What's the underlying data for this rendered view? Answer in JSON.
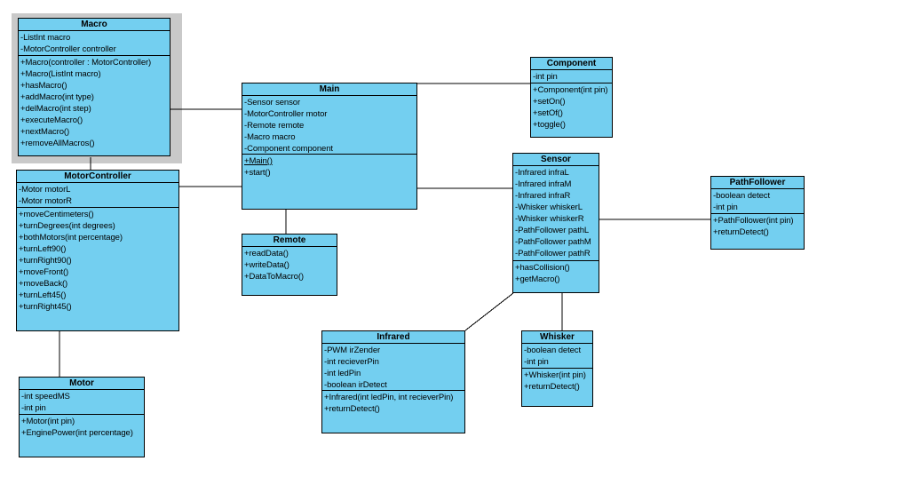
{
  "colors": {
    "class_fill": "#73cff0",
    "border": "#000000",
    "selection_frame": "#c9c9c9",
    "background": "#ffffff"
  },
  "classes": {
    "macro": {
      "title": "Macro",
      "selected": true,
      "attributes": [
        "-ListInt macro",
        "-MotorController controller"
      ],
      "methods": [
        "+Macro(controller : MotorController)",
        "+Macro(ListInt macro)",
        "+hasMacro()",
        "+addMacro(int type)",
        "+delMacro(int step)",
        "+executeMacro()",
        "+nextMacro()",
        "+removeAllMacros()"
      ]
    },
    "motorcontroller": {
      "title": "MotorController",
      "attributes": [
        "-Motor motorL",
        "-Motor motorR"
      ],
      "methods": [
        "+moveCentimeters()",
        "+turnDegrees(int degrees)",
        "+bothMotors(int percentage)",
        "+turnLeft90()",
        "+turnRight90()",
        "+moveFront()",
        "+moveBack()",
        "+turnLeft45()",
        "+turnRight45()"
      ]
    },
    "motor": {
      "title": "Motor",
      "attributes": [
        "-int speedMS",
        "-int pin"
      ],
      "methods": [
        "+Motor(int pin)",
        "+EnginePower(int percentage)"
      ]
    },
    "main": {
      "title": "Main",
      "attributes": [
        "-Sensor sensor",
        "-MotorController motor",
        "-Remote remote",
        "-Macro macro",
        "-Component component"
      ],
      "methods": [
        "+Main()",
        "+start()"
      ],
      "static_members": [
        "+Main()"
      ]
    },
    "remote": {
      "title": "Remote",
      "attributes": [],
      "methods": [
        "+readData()",
        "+writeData()",
        "+DataToMacro()"
      ]
    },
    "component": {
      "title": "Component",
      "attributes": [
        "-int pin"
      ],
      "methods": [
        "+Component(int pin)",
        "+setOn()",
        "+setOf()",
        "+toggle()"
      ]
    },
    "sensor": {
      "title": "Sensor",
      "attributes": [
        "-Infrared infraL",
        "-Infrared infraM",
        "-Infrared infraR",
        "-Whisker whiskerL",
        "-Whisker whiskerR",
        "-PathFollower pathL",
        "-PathFollower pathM",
        "-PathFollower pathR"
      ],
      "methods": [
        "+hasCollision()",
        "+getMacro()"
      ]
    },
    "pathfollower": {
      "title": "PathFollower",
      "attributes": [
        "-boolean detect",
        "-int pin"
      ],
      "methods": [
        "+PathFollower(int pin)",
        "+returnDetect()"
      ]
    },
    "infrared": {
      "title": "Infrared",
      "attributes": [
        "-PWM irZender",
        "-int recieverPin",
        "-int ledPin",
        "-boolean irDetect"
      ],
      "methods": [
        "+Infrared(int ledPin, int recieverPin)",
        "+returnDetect()"
      ]
    },
    "whisker": {
      "title": "Whisker",
      "attributes": [
        "-boolean detect",
        "-int pin"
      ],
      "methods": [
        "+Whisker(int pin)",
        "+returnDetect()"
      ]
    }
  },
  "connections": [
    {
      "from": "Macro",
      "to": "MotorController"
    },
    {
      "from": "Macro",
      "to": "Main"
    },
    {
      "from": "MotorController",
      "to": "Main"
    },
    {
      "from": "MotorController",
      "to": "Motor"
    },
    {
      "from": "Main",
      "to": "Remote"
    },
    {
      "from": "Main",
      "to": "Component"
    },
    {
      "from": "Main",
      "to": "Sensor"
    },
    {
      "from": "Sensor",
      "to": "PathFollower"
    },
    {
      "from": "Sensor",
      "to": "Infrared"
    },
    {
      "from": "Sensor",
      "to": "Whisker"
    }
  ]
}
